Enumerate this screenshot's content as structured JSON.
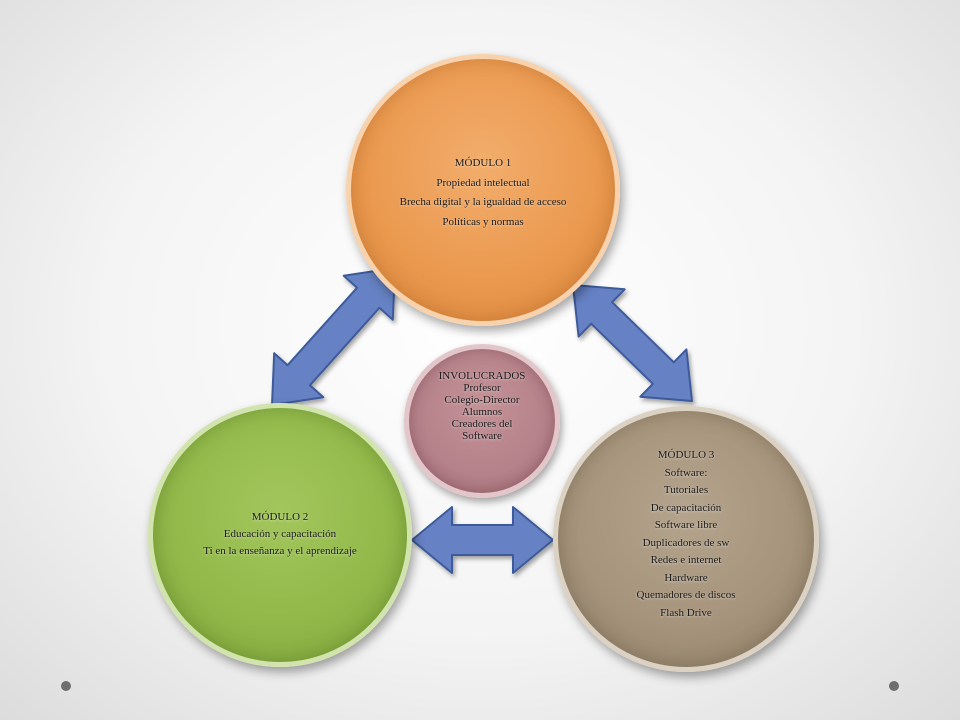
{
  "colors": {
    "arrow_fill": "#6682c4",
    "arrow_stroke": "#3d5a9a",
    "modulo1_fill": "#eb9a50",
    "modulo2_fill": "#92b94a",
    "modulo3_fill": "#a6947c",
    "involucrados_fill": "#b5818a"
  },
  "modulo1": {
    "title": "MÓDULO 1",
    "items": [
      "Propiedad intelectual",
      "Brecha digital y la igualdad de acceso",
      "Políticas y normas"
    ]
  },
  "involucrados": {
    "title": "INVOLUCRADOS",
    "items": [
      "Profesor",
      "Colegio-Director",
      "Alumnos",
      "Creadores del",
      "Software"
    ]
  },
  "modulo2": {
    "title": "MÓDULO 2",
    "items": [
      "Educación y capacitación",
      "Ti en la enseñanza y el aprendizaje"
    ]
  },
  "modulo3": {
    "title": "MÓDULO 3",
    "items": [
      "Software:",
      "Tutoriales",
      "De capacitación",
      "Software libre",
      "Duplicadores de sw",
      "Redes e internet",
      "Hardware",
      "Quemadores de discos",
      "Flash Drive"
    ]
  }
}
